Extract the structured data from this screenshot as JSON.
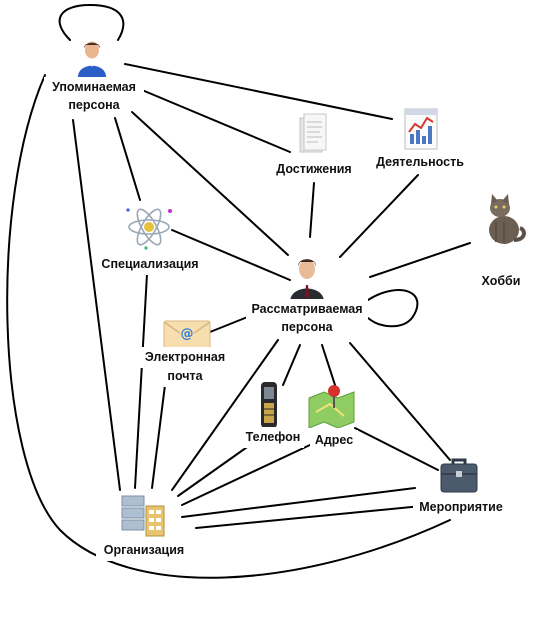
{
  "nodes": {
    "mentioned_person": {
      "line1": "Упоминаемая",
      "line2": "персона"
    },
    "achievements": {
      "label": "Достижения"
    },
    "activity": {
      "label": "Деятельность"
    },
    "hobby": {
      "label": "Хобби"
    },
    "specialization": {
      "label": "Специализация"
    },
    "considered_person": {
      "line1": "Рассматриваемая",
      "line2": "персона"
    },
    "email": {
      "line1": "Электронная",
      "line2": "почта"
    },
    "phone": {
      "label": "Телефон"
    },
    "address": {
      "label": "Адрес"
    },
    "event": {
      "label": "Мероприятие"
    },
    "organization": {
      "label": "Организация"
    }
  },
  "edges": [
    [
      "mentioned_person",
      "mentioned_person"
    ],
    [
      "mentioned_person",
      "achievements"
    ],
    [
      "mentioned_person",
      "activity"
    ],
    [
      "mentioned_person",
      "specialization"
    ],
    [
      "mentioned_person",
      "considered_person"
    ],
    [
      "mentioned_person",
      "organization"
    ],
    [
      "mentioned_person",
      "event"
    ],
    [
      "considered_person",
      "considered_person"
    ],
    [
      "considered_person",
      "achievements"
    ],
    [
      "considered_person",
      "activity"
    ],
    [
      "considered_person",
      "hobby"
    ],
    [
      "considered_person",
      "specialization"
    ],
    [
      "considered_person",
      "email"
    ],
    [
      "considered_person",
      "phone"
    ],
    [
      "considered_person",
      "address"
    ],
    [
      "considered_person",
      "event"
    ],
    [
      "considered_person",
      "organization"
    ],
    [
      "specialization",
      "organization"
    ],
    [
      "email",
      "organization"
    ],
    [
      "phone",
      "organization"
    ],
    [
      "address",
      "organization"
    ],
    [
      "address",
      "event"
    ],
    [
      "event",
      "organization"
    ]
  ]
}
